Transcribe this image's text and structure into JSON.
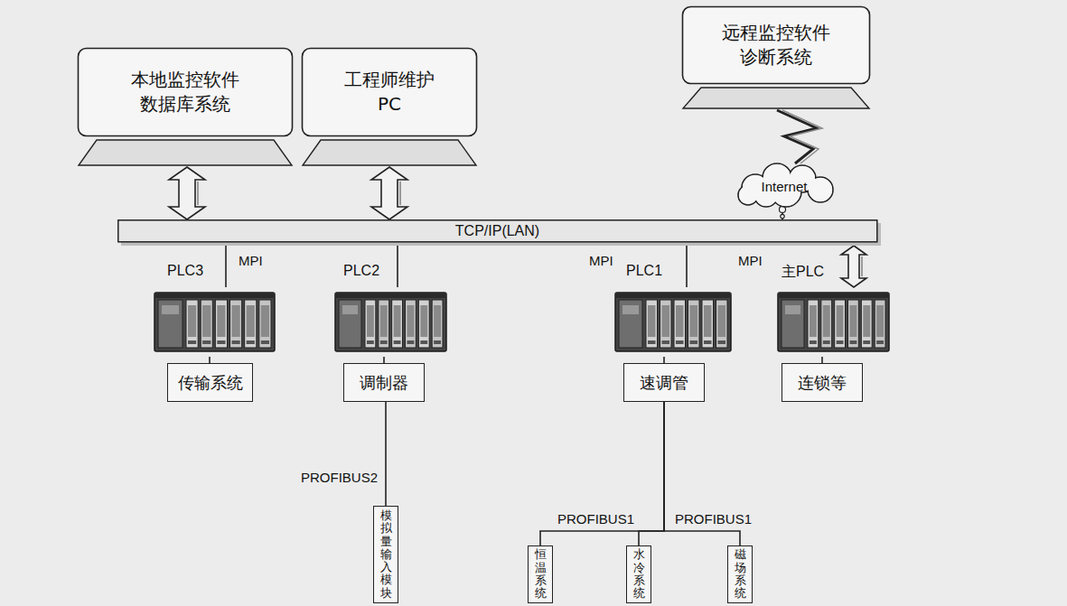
{
  "diagram": {
    "nodes": [
      {
        "text": [
          "本地监控软件 数据库系统"
        ]
      },
      {
        "text": [
          "工程师维护 PC"
        ]
      },
      {
        "text": [
          "远程监控软件 诊断系统"
        ]
      },
      {
        "text": [
          "Internet"
        ]
      },
      {
        "text": [
          "TCP/IP(LAN)"
        ]
      },
      {
        "text": [
          "PLC3"
        ]
      },
      {
        "text": [
          "PLC2"
        ]
      },
      {
        "text": [
          "PLC1"
        ]
      },
      {
        "text": [
          "主PLC"
        ]
      },
      {
        "text": [
          "传输系统"
        ]
      },
      {
        "text": [
          "调制器"
        ]
      },
      {
        "text": [
          "速调管"
        ]
      },
      {
        "text": [
          "连锁等"
        ]
      },
      {
        "text": [
          "模拟量输入模块"
        ]
      },
      {
        "text": [
          "恒温系统"
        ]
      },
      {
        "text": [
          "水冷系统"
        ]
      },
      {
        "text": [
          "磁场系统"
        ]
      }
    ],
    "edges": [
      {
        "from": 4,
        "to": 0,
        "arrow": "both"
      },
      {
        "from": 4,
        "to": 1,
        "arrow": "both"
      },
      {
        "from": 2,
        "to": 3,
        "arrow": "none"
      },
      {
        "from": 3,
        "to": 4,
        "arrow": "none"
      },
      {
        "from": 4,
        "to": 5,
        "label": "MPI",
        "arrow": "none"
      },
      {
        "from": 4,
        "to": 6,
        "arrow": "none"
      },
      {
        "from": 4,
        "to": 7,
        "label": "MPI",
        "arrow": "none"
      },
      {
        "from": 4,
        "to": 8,
        "label": "MPI",
        "arrow": "both"
      },
      {
        "from": 5,
        "to": 9,
        "arrow": "none"
      },
      {
        "from": 6,
        "to": 10,
        "arrow": "none"
      },
      {
        "from": 7,
        "to": 11,
        "arrow": "none"
      },
      {
        "from": 8,
        "to": 12,
        "arrow": "none"
      },
      {
        "from": 10,
        "to": 13,
        "label": "PROFIBUS2",
        "arrow": "none"
      },
      {
        "from": 11,
        "to": 14,
        "arrow": "none"
      },
      {
        "from": 11,
        "to": 15,
        "arrow": "none"
      },
      {
        "from": 11,
        "to": 16,
        "arrow": "none"
      }
    ],
    "labels": [
      "PROFIBUS1",
      "PROFIBUS1"
    ]
  }
}
